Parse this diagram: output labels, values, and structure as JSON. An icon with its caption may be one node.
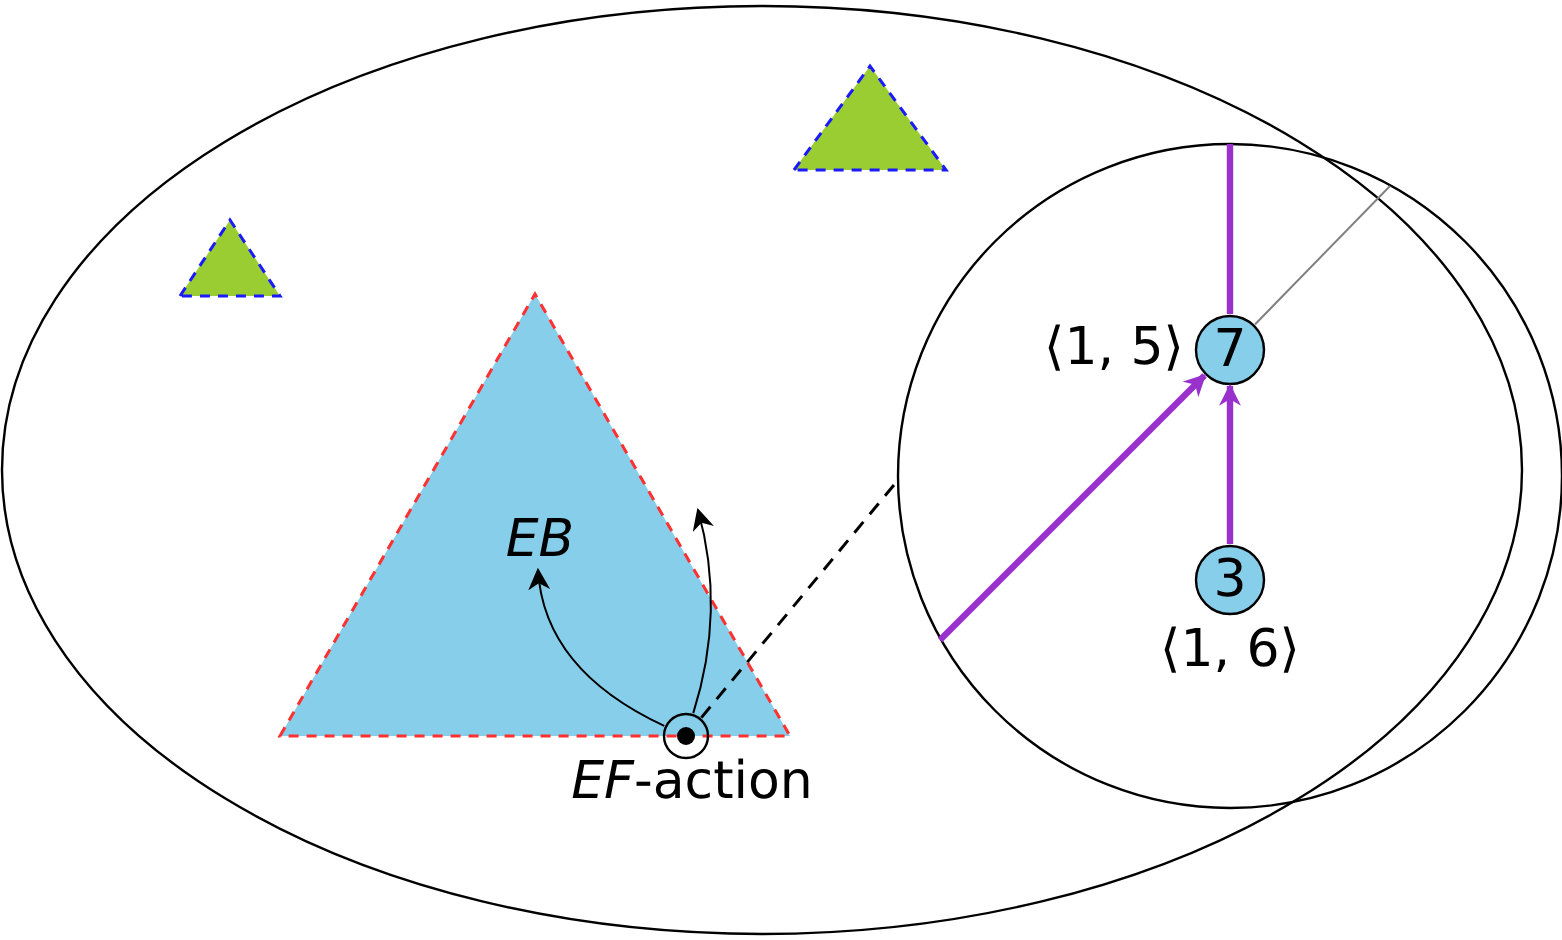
{
  "diagram": {
    "nodes": [
      {
        "text": [],
        "shape": "ellipse"
      },
      {
        "text": [],
        "shape": "triangle",
        "in": 0
      },
      {
        "text": [],
        "shape": "triangle",
        "in": 0
      },
      {
        "text": [],
        "shape": "triangle",
        "in": 0
      },
      {
        "text": [
          "EB"
        ],
        "in": 3
      },
      {
        "text": [],
        "shape": "circle",
        "in": 0,
        "beside": [
          "*EF*-action"
        ]
      },
      {
        "text": [],
        "shape": "circle"
      },
      {
        "text": [
          "7"
        ],
        "in": 6,
        "beside": [
          "⟨1, 5⟩"
        ]
      },
      {
        "text": [
          "3"
        ],
        "in": 6,
        "beside": [
          "⟨1, 6⟩"
        ]
      }
    ],
    "edges": [
      {
        "from": 5,
        "to": 4,
        "arrow": "to"
      },
      {
        "from": 5,
        "to": 3,
        "arrow": "to"
      },
      {
        "from": 5,
        "to": 6,
        "arrow": "none",
        "style": "dashed"
      },
      {
        "from": null,
        "to": 7,
        "arrow": "to",
        "style": "thick",
        "color": "#9932cc"
      },
      {
        "from": 8,
        "to": 7,
        "arrow": "to",
        "style": "thick",
        "color": "#9932cc"
      },
      {
        "from": 7,
        "to": null,
        "arrow": "none",
        "style": "thick",
        "color": "#9932cc"
      },
      {
        "from": 7,
        "to": null,
        "arrow": "none",
        "color": "#808080"
      }
    ]
  }
}
